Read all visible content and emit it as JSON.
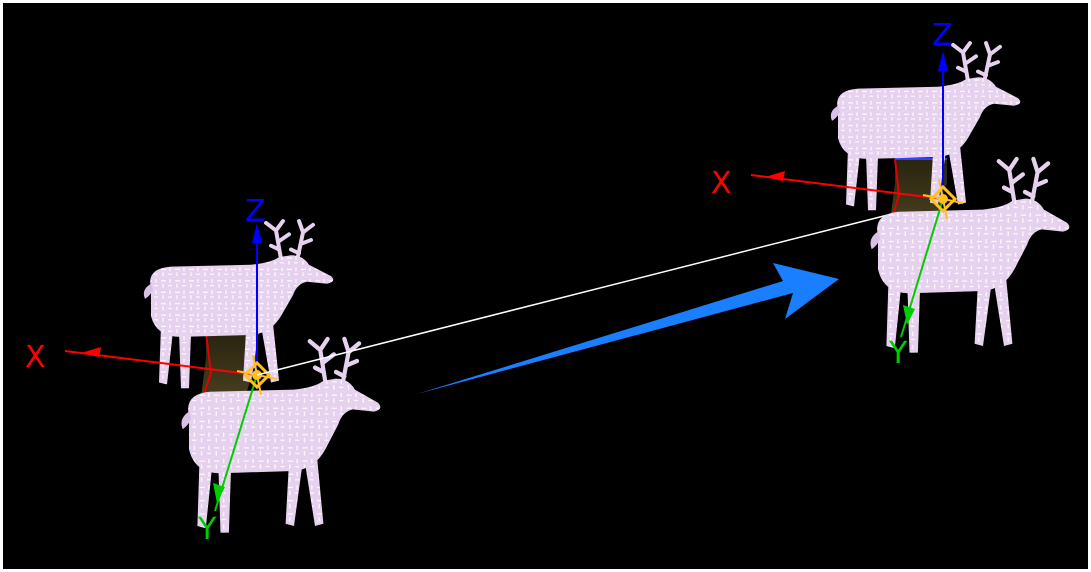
{
  "viewport": {
    "background": "#000000",
    "colors": {
      "x_axis": "#ff0000",
      "y_axis": "#00cc00",
      "z_axis": "#0000ff",
      "model": "#e8d4f0",
      "model_shade": "#c8a8d8",
      "connector": "#ffffff",
      "arrow": "#1a7fff",
      "handle": "#ffc020"
    },
    "left_assembly": {
      "axis_x_label": "X",
      "axis_y_label": "Y",
      "axis_z_label": "Z",
      "icons": [
        "deer-model-icon",
        "deer-model-icon",
        "compass-handle-icon"
      ]
    },
    "right_assembly": {
      "axis_x_label": "X",
      "axis_y_label": "Y",
      "axis_z_label": "Z",
      "icons": [
        "deer-model-icon",
        "deer-model-icon",
        "compass-handle-icon"
      ]
    },
    "transform_arrow_icon": "arrow-right-icon"
  }
}
